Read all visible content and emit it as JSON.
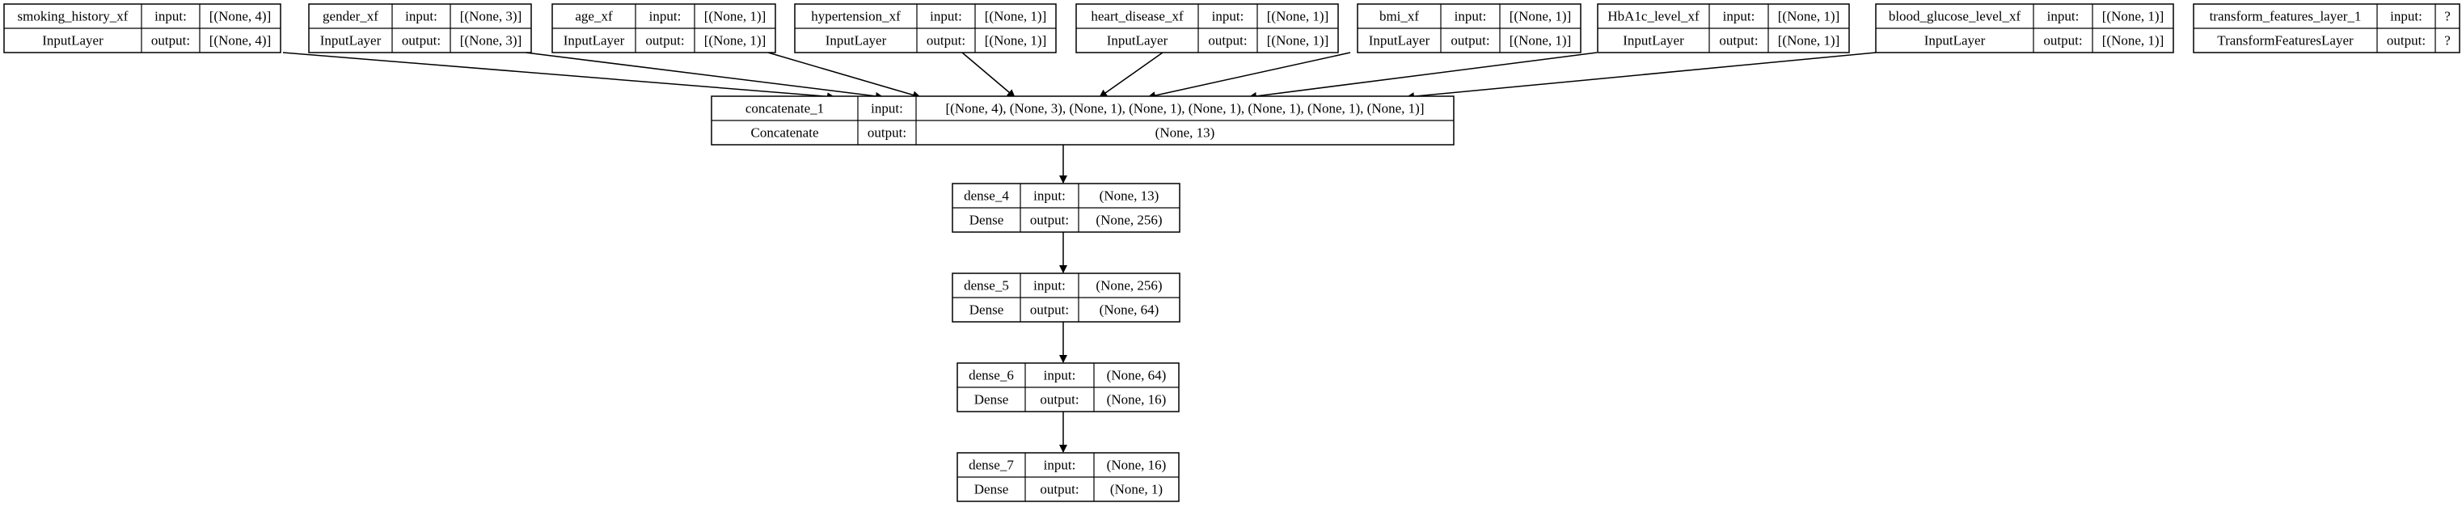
{
  "nodes": [
    {
      "id": "smoking_history_xf",
      "name": "smoking_history_xf",
      "type": "InputLayer",
      "input": "[(None, 4)]",
      "output": "[(None, 4)]"
    },
    {
      "id": "gender_xf",
      "name": "gender_xf",
      "type": "InputLayer",
      "input": "[(None, 3)]",
      "output": "[(None, 3)]"
    },
    {
      "id": "age_xf",
      "name": "age_xf",
      "type": "InputLayer",
      "input": "[(None, 1)]",
      "output": "[(None, 1)]"
    },
    {
      "id": "hypertension_xf",
      "name": "hypertension_xf",
      "type": "InputLayer",
      "input": "[(None, 1)]",
      "output": "[(None, 1)]"
    },
    {
      "id": "heart_disease_xf",
      "name": "heart_disease_xf",
      "type": "InputLayer",
      "input": "[(None, 1)]",
      "output": "[(None, 1)]"
    },
    {
      "id": "bmi_xf",
      "name": "bmi_xf",
      "type": "InputLayer",
      "input": "[(None, 1)]",
      "output": "[(None, 1)]"
    },
    {
      "id": "HbA1c_level_xf",
      "name": "HbA1c_level_xf",
      "type": "InputLayer",
      "input": "[(None, 1)]",
      "output": "[(None, 1)]"
    },
    {
      "id": "blood_glucose_level_xf",
      "name": "blood_glucose_level_xf",
      "type": "InputLayer",
      "input": "[(None, 1)]",
      "output": "[(None, 1)]"
    },
    {
      "id": "transform_features_layer_1",
      "name": "transform_features_layer_1",
      "type": "TransformFeaturesLayer",
      "input": "?",
      "output": "?"
    },
    {
      "id": "concatenate_1",
      "name": "concatenate_1",
      "type": "Concatenate",
      "input": "[(None, 4), (None, 3), (None, 1), (None, 1), (None, 1), (None, 1), (None, 1), (None, 1)]",
      "output": "(None, 13)"
    },
    {
      "id": "dense_4",
      "name": "dense_4",
      "type": "Dense",
      "input": "(None, 13)",
      "output": "(None, 256)"
    },
    {
      "id": "dense_5",
      "name": "dense_5",
      "type": "Dense",
      "input": "(None, 256)",
      "output": "(None, 64)"
    },
    {
      "id": "dense_6",
      "name": "dense_6",
      "type": "Dense",
      "input": "(None, 64)",
      "output": "(None, 16)"
    },
    {
      "id": "dense_7",
      "name": "dense_7",
      "type": "Dense",
      "input": "(None, 16)",
      "output": "(None, 1)"
    }
  ],
  "edges": [
    {
      "from": "smoking_history_xf",
      "to": "concatenate_1"
    },
    {
      "from": "gender_xf",
      "to": "concatenate_1"
    },
    {
      "from": "age_xf",
      "to": "concatenate_1"
    },
    {
      "from": "hypertension_xf",
      "to": "concatenate_1"
    },
    {
      "from": "heart_disease_xf",
      "to": "concatenate_1"
    },
    {
      "from": "bmi_xf",
      "to": "concatenate_1"
    },
    {
      "from": "HbA1c_level_xf",
      "to": "concatenate_1"
    },
    {
      "from": "blood_glucose_level_xf",
      "to": "concatenate_1"
    },
    {
      "from": "concatenate_1",
      "to": "dense_4"
    },
    {
      "from": "dense_4",
      "to": "dense_5"
    },
    {
      "from": "dense_5",
      "to": "dense_6"
    },
    {
      "from": "dense_6",
      "to": "dense_7"
    }
  ],
  "labels": {
    "input": "input:",
    "output": "output:"
  }
}
